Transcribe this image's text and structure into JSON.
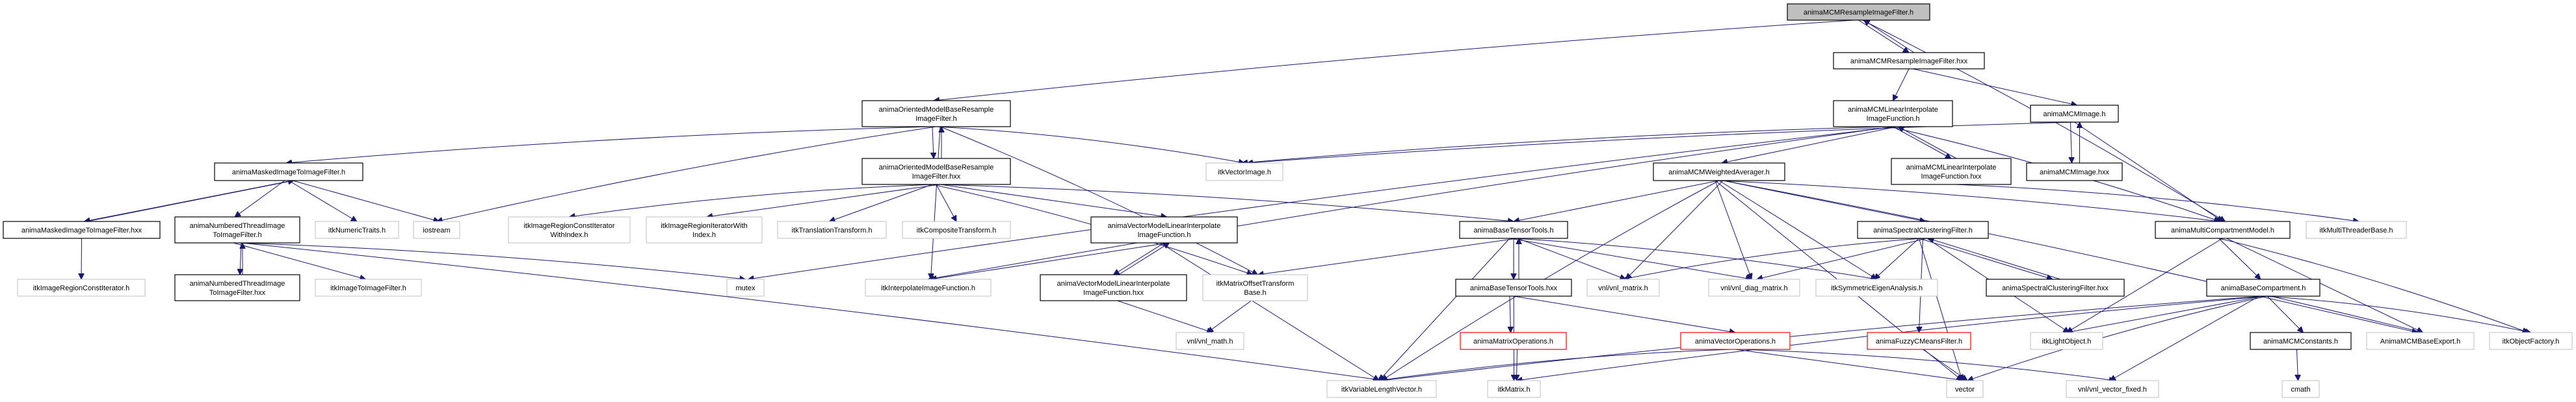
{
  "colors": {
    "edge": "#191970",
    "main_fill": "#bfbfbf",
    "normal_border": "#000000",
    "external_border": "#bfbfbf",
    "red_border": "#ff0000"
  },
  "nodes": [
    {
      "id": "mcm_resample_h",
      "kind": "main",
      "lines": [
        "animaMCMResampleImageFilter.h"
      ]
    },
    {
      "id": "mcm_resample_hxx",
      "kind": "normal",
      "lines": [
        "animaMCMResampleImageFilter.hxx"
      ]
    },
    {
      "id": "oriented_h",
      "kind": "normal",
      "lines": [
        "animaOrientedModelBaseResample",
        "ImageFilter.h"
      ]
    },
    {
      "id": "oriented_hxx",
      "kind": "normal",
      "lines": [
        "animaOrientedModelBaseResample",
        "ImageFilter.hxx"
      ]
    },
    {
      "id": "masked_h",
      "kind": "normal",
      "lines": [
        "animaMaskedImageToImageFilter.h"
      ]
    },
    {
      "id": "masked_hxx",
      "kind": "normal",
      "lines": [
        "animaMaskedImageToImageFilter.hxx"
      ]
    },
    {
      "id": "numbered_h",
      "kind": "normal",
      "lines": [
        "animaNumberedThreadImage",
        "ToImageFilter.h"
      ]
    },
    {
      "id": "numbered_hxx",
      "kind": "normal",
      "lines": [
        "animaNumberedThreadImage",
        "ToImageFilter.hxx"
      ]
    },
    {
      "id": "itk_numeric_traits",
      "kind": "external",
      "lines": [
        "itkNumericTraits.h"
      ]
    },
    {
      "id": "iostream",
      "kind": "external",
      "lines": [
        "iostream"
      ]
    },
    {
      "id": "itk_region_const_iter",
      "kind": "external",
      "lines": [
        "itkImageRegionConstIterator.h"
      ]
    },
    {
      "id": "itk_image_to_image",
      "kind": "external",
      "lines": [
        "itkImageToImageFilter.h"
      ]
    },
    {
      "id": "itk_region_const_iter_idx",
      "kind": "external",
      "lines": [
        "itkImageRegionConstIterator",
        "WithIndex.h"
      ]
    },
    {
      "id": "itk_region_iter_idx",
      "kind": "external",
      "lines": [
        "itkImageRegionIteratorWith",
        "Index.h"
      ]
    },
    {
      "id": "itk_translation",
      "kind": "external",
      "lines": [
        "itkTranslationTransform.h"
      ]
    },
    {
      "id": "itk_composite",
      "kind": "external",
      "lines": [
        "itkCompositeTransform.h"
      ]
    },
    {
      "id": "mutex",
      "kind": "external",
      "lines": [
        "mutex"
      ]
    },
    {
      "id": "itk_interpolate",
      "kind": "external",
      "lines": [
        "itkInterpolateImageFunction.h"
      ]
    },
    {
      "id": "itk_vector_image",
      "kind": "external",
      "lines": [
        "itkVectorImage.h"
      ]
    },
    {
      "id": "vector_model_h",
      "kind": "normal",
      "lines": [
        "animaVectorModelLinearInterpolate",
        "ImageFunction.h"
      ]
    },
    {
      "id": "vector_model_hxx",
      "kind": "normal",
      "lines": [
        "animaVectorModelLinearInterpolate",
        "ImageFunction.hxx"
      ]
    },
    {
      "id": "itk_matrix_offset",
      "kind": "external",
      "lines": [
        "itkMatrixOffsetTransform",
        "Base.h"
      ]
    },
    {
      "id": "vnl_math",
      "kind": "external",
      "lines": [
        "vnl/vnl_math.h"
      ]
    },
    {
      "id": "mcm_linear_h",
      "kind": "normal",
      "lines": [
        "animaMCMLinearInterpolate",
        "ImageFunction.h"
      ]
    },
    {
      "id": "mcm_linear_hxx",
      "kind": "normal",
      "lines": [
        "animaMCMLinearInterpolate",
        "ImageFunction.hxx"
      ]
    },
    {
      "id": "mcm_image_h",
      "kind": "normal",
      "lines": [
        "animaMCMImage.h"
      ]
    },
    {
      "id": "mcm_image_hxx",
      "kind": "normal",
      "lines": [
        "animaMCMImage.hxx"
      ]
    },
    {
      "id": "mcm_weighted",
      "kind": "normal",
      "lines": [
        "animaMCMWeightedAverager.h"
      ]
    },
    {
      "id": "base_tensor_h",
      "kind": "normal",
      "lines": [
        "animaBaseTensorTools.h"
      ]
    },
    {
      "id": "base_tensor_hxx",
      "kind": "normal",
      "lines": [
        "animaBaseTensorTools.hxx"
      ]
    },
    {
      "id": "spectral_h",
      "kind": "normal",
      "lines": [
        "animaSpectralClusteringFilter.h"
      ]
    },
    {
      "id": "spectral_hxx",
      "kind": "normal",
      "lines": [
        "animaSpectralClusteringFilter.hxx"
      ]
    },
    {
      "id": "vnl_matrix",
      "kind": "external",
      "lines": [
        "vnl/vnl_matrix.h"
      ]
    },
    {
      "id": "vnl_diag_matrix",
      "kind": "external",
      "lines": [
        "vnl/vnl_diag_matrix.h"
      ]
    },
    {
      "id": "itk_sym_eigen",
      "kind": "external",
      "lines": [
        "itkSymmetricEigenAnalysis.h"
      ]
    },
    {
      "id": "matrix_ops",
      "kind": "red",
      "lines": [
        "animaMatrixOperations.h"
      ]
    },
    {
      "id": "vector_ops",
      "kind": "red",
      "lines": [
        "animaVectorOperations.h"
      ]
    },
    {
      "id": "fuzzy_cmeans",
      "kind": "red",
      "lines": [
        "animaFuzzyCMeansFilter.h"
      ]
    },
    {
      "id": "itk_var_length_vector",
      "kind": "external",
      "lines": [
        "itkVariableLengthVector.h"
      ]
    },
    {
      "id": "itk_matrix",
      "kind": "external",
      "lines": [
        "itkMatrix.h"
      ]
    },
    {
      "id": "vector",
      "kind": "external",
      "lines": [
        "vector"
      ]
    },
    {
      "id": "multi_compartment",
      "kind": "normal",
      "lines": [
        "animaMultiCompartmentModel.h"
      ]
    },
    {
      "id": "itk_multithreader",
      "kind": "external",
      "lines": [
        "itkMultiThreaderBase.h"
      ]
    },
    {
      "id": "base_compartment",
      "kind": "normal",
      "lines": [
        "animaBaseCompartment.h"
      ]
    },
    {
      "id": "itk_light_object",
      "kind": "external",
      "lines": [
        "itkLightObject.h"
      ]
    },
    {
      "id": "mcm_constants",
      "kind": "normal",
      "lines": [
        "animaMCMConstants.h"
      ]
    },
    {
      "id": "mcm_base_export",
      "kind": "external",
      "lines": [
        "AnimaMCMBaseExport.h"
      ]
    },
    {
      "id": "itk_object_factory",
      "kind": "external",
      "lines": [
        "itkObjectFactory.h"
      ]
    },
    {
      "id": "vnl_vector_fixed",
      "kind": "external",
      "lines": [
        "vnl/vnl_vector_fixed.h"
      ]
    },
    {
      "id": "cmath",
      "kind": "external",
      "lines": [
        "cmath"
      ]
    }
  ],
  "edges": [
    [
      "mcm_resample_h",
      "oriented_h"
    ],
    [
      "mcm_resample_h",
      "mcm_resample_hxx"
    ],
    [
      "mcm_resample_h",
      "multi_compartment"
    ],
    [
      "mcm_resample_hxx",
      "mcm_resample_h"
    ],
    [
      "mcm_resample_hxx",
      "mcm_linear_h"
    ],
    [
      "mcm_resample_hxx",
      "mcm_image_h"
    ],
    [
      "oriented_h",
      "masked_h"
    ],
    [
      "oriented_h",
      "iostream"
    ],
    [
      "oriented_h",
      "itk_interpolate"
    ],
    [
      "oriented_h",
      "oriented_hxx"
    ],
    [
      "oriented_h",
      "itk_vector_image"
    ],
    [
      "oriented_h",
      "itk_matrix_offset"
    ],
    [
      "oriented_hxx",
      "oriented_h"
    ],
    [
      "oriented_hxx",
      "itk_region_const_iter_idx"
    ],
    [
      "oriented_hxx",
      "itk_region_iter_idx"
    ],
    [
      "oriented_hxx",
      "itk_translation"
    ],
    [
      "oriented_hxx",
      "itk_composite"
    ],
    [
      "oriented_hxx",
      "vector_model_h"
    ],
    [
      "oriented_hxx",
      "itk_matrix_offset"
    ],
    [
      "oriented_hxx",
      "base_tensor_h"
    ],
    [
      "masked_h",
      "masked_hxx"
    ],
    [
      "masked_h",
      "numbered_h"
    ],
    [
      "masked_h",
      "itk_numeric_traits"
    ],
    [
      "masked_h",
      "iostream"
    ],
    [
      "masked_hxx",
      "masked_h"
    ],
    [
      "masked_hxx",
      "itk_region_const_iter"
    ],
    [
      "numbered_h",
      "numbered_hxx"
    ],
    [
      "numbered_h",
      "itk_image_to_image"
    ],
    [
      "numbered_h",
      "mutex"
    ],
    [
      "numbered_h",
      "itk_var_length_vector"
    ],
    [
      "numbered_hxx",
      "numbered_h"
    ],
    [
      "vector_model_h",
      "vector_model_hxx"
    ],
    [
      "vector_model_h",
      "itk_interpolate"
    ],
    [
      "vector_model_h",
      "itk_var_length_vector"
    ],
    [
      "vector_model_hxx",
      "vector_model_h"
    ],
    [
      "vector_model_hxx",
      "vnl_math"
    ],
    [
      "itk_matrix_offset",
      "vnl_math"
    ],
    [
      "mcm_linear_h",
      "mcm_linear_hxx"
    ],
    [
      "mcm_linear_h",
      "mcm_weighted"
    ],
    [
      "mcm_linear_h",
      "itk_vector_image"
    ],
    [
      "mcm_linear_h",
      "itk_interpolate"
    ],
    [
      "mcm_linear_h",
      "mutex"
    ],
    [
      "mcm_linear_h",
      "multi_compartment"
    ],
    [
      "mcm_linear_hxx",
      "mcm_linear_h"
    ],
    [
      "mcm_linear_hxx",
      "itk_multithreader"
    ],
    [
      "mcm_image_h",
      "mcm_image_hxx"
    ],
    [
      "mcm_image_h",
      "multi_compartment"
    ],
    [
      "mcm_image_h",
      "itk_vector_image"
    ],
    [
      "mcm_image_hxx",
      "mcm_image_h"
    ],
    [
      "mcm_weighted",
      "base_tensor_h"
    ],
    [
      "mcm_weighted",
      "vnl_matrix"
    ],
    [
      "mcm_weighted",
      "vnl_diag_matrix"
    ],
    [
      "mcm_weighted",
      "itk_sym_eigen"
    ],
    [
      "mcm_weighted",
      "spectral_h"
    ],
    [
      "mcm_weighted",
      "multi_compartment"
    ],
    [
      "mcm_weighted",
      "itk_var_length_vector"
    ],
    [
      "mcm_weighted",
      "mcm_base_export"
    ],
    [
      "mcm_weighted",
      "vector"
    ],
    [
      "base_tensor_h",
      "base_tensor_hxx"
    ],
    [
      "base_tensor_h",
      "vnl_matrix"
    ],
    [
      "base_tensor_h",
      "vnl_diag_matrix"
    ],
    [
      "base_tensor_h",
      "itk_sym_eigen"
    ],
    [
      "base_tensor_h",
      "itk_matrix_offset"
    ],
    [
      "base_tensor_h",
      "itk_var_length_vector"
    ],
    [
      "base_tensor_h",
      "itk_matrix"
    ],
    [
      "base_tensor_hxx",
      "base_tensor_h"
    ],
    [
      "base_tensor_hxx",
      "matrix_ops"
    ],
    [
      "base_tensor_hxx",
      "vector_ops"
    ],
    [
      "matrix_ops",
      "itk_matrix"
    ],
    [
      "vector_ops",
      "itk_var_length_vector"
    ],
    [
      "vector_ops",
      "vector"
    ],
    [
      "vector_ops",
      "vnl_vector_fixed"
    ],
    [
      "spectral_h",
      "spectral_hxx"
    ],
    [
      "spectral_h",
      "vnl_matrix"
    ],
    [
      "spectral_h",
      "vnl_diag_matrix"
    ],
    [
      "spectral_h",
      "itk_sym_eigen"
    ],
    [
      "spectral_h",
      "fuzzy_cmeans"
    ],
    [
      "spectral_h",
      "itk_light_object"
    ],
    [
      "spectral_h",
      "vector"
    ],
    [
      "spectral_hxx",
      "spectral_h"
    ],
    [
      "fuzzy_cmeans",
      "vector"
    ],
    [
      "multi_compartment",
      "base_compartment"
    ],
    [
      "multi_compartment",
      "itk_light_object"
    ],
    [
      "multi_compartment",
      "mcm_base_export"
    ],
    [
      "multi_compartment",
      "itk_object_factory"
    ],
    [
      "base_compartment",
      "itk_light_object"
    ],
    [
      "base_compartment",
      "mcm_constants"
    ],
    [
      "base_compartment",
      "mcm_base_export"
    ],
    [
      "base_compartment",
      "itk_object_factory"
    ],
    [
      "base_compartment",
      "vector"
    ],
    [
      "base_compartment",
      "vnl_vector_fixed"
    ],
    [
      "base_compartment",
      "itk_var_length_vector"
    ],
    [
      "base_compartment",
      "itk_matrix"
    ],
    [
      "mcm_constants",
      "cmath"
    ]
  ]
}
